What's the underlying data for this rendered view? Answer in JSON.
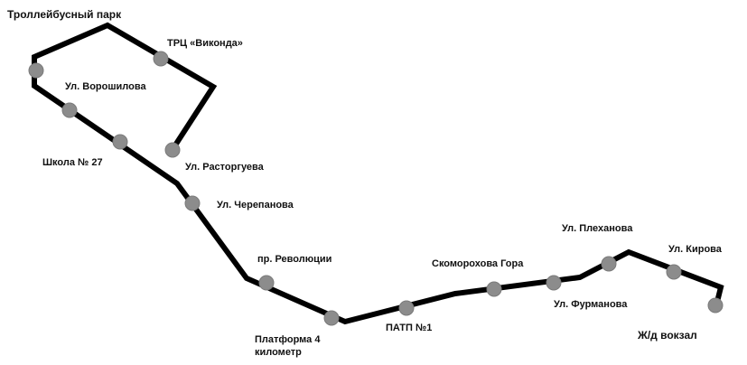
{
  "colors": {
    "route": "#000000",
    "stop_fill": "#8c8c8c",
    "text": "#111111"
  },
  "stops": [
    {
      "id": "trolleybus-park",
      "label": "Троллейбусный парк"
    },
    {
      "id": "trc-vikonda",
      "label": "ТРЦ «Виконда»"
    },
    {
      "id": "ul-voroshilova",
      "label": "Ул. Ворошилова"
    },
    {
      "id": "shkola-27",
      "label": "Школа № 27"
    },
    {
      "id": "ul-rastorgueva",
      "label": "Ул. Расторгуева"
    },
    {
      "id": "ul-cherepanova",
      "label": "Ул. Черепанова"
    },
    {
      "id": "pr-revolyutsii",
      "label": "пр. Революции"
    },
    {
      "id": "platforma-4",
      "label": "Платформа 4 километр"
    },
    {
      "id": "patp-1",
      "label": "ПАТП №1"
    },
    {
      "id": "skomorokhova-gora",
      "label": "Скоморохова Гора"
    },
    {
      "id": "ul-furmanova",
      "label": "Ул. Фурманова"
    },
    {
      "id": "ul-plekhanova",
      "label": "Ул. Плеханова"
    },
    {
      "id": "ul-kirova",
      "label": "Ул. Кирова"
    },
    {
      "id": "zhd-vokzal",
      "label": "Ж/д вокзал"
    }
  ]
}
